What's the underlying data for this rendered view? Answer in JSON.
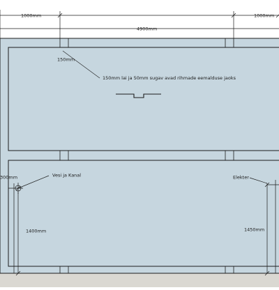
{
  "dimensions": {
    "top_left": "1000mm",
    "top_right": "1000mm",
    "overall_width": "4900mm",
    "slot_width": "150mm",
    "water_offset": "300mm",
    "water_height": "1400mm",
    "electric_height": "1450mm"
  },
  "annotations": {
    "groove": "150mm lai ja 50mm sugav avad rihmade eemalduse jaoks",
    "water": "Vesi ja Kanal",
    "electric": "Elekter"
  },
  "colors": {
    "panel_fill": "#c6d6df",
    "floor_fill": "#dad8d2",
    "line": "#1c1c1c"
  }
}
